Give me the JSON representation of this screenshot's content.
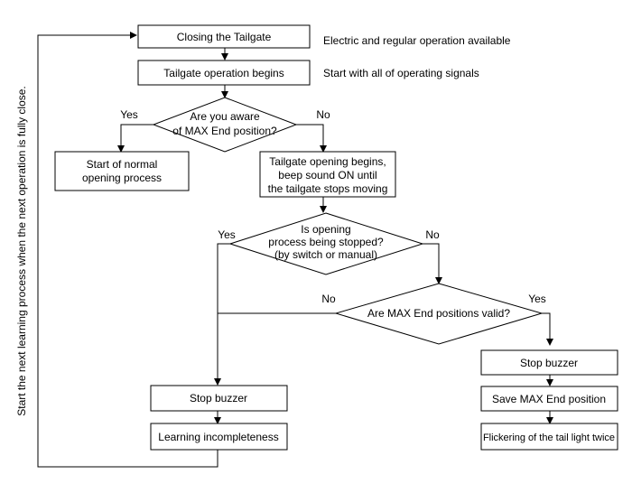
{
  "flowchart": {
    "nodes": {
      "closing": {
        "label": "Closing the Tailgate",
        "note": "Electric and regular operation available"
      },
      "op_begins": {
        "label": "Tailgate operation begins",
        "note": "Start with all of operating signals"
      },
      "aware": {
        "lines": [
          "Are you aware",
          "of MAX End position?"
        ]
      },
      "normal_open": {
        "lines": [
          "Start of normal",
          "opening process"
        ]
      },
      "opening_begins": {
        "lines": [
          "Tailgate opening begins,",
          "beep sound ON until",
          "the tailgate stops moving"
        ]
      },
      "stopped": {
        "lines": [
          "Is opening",
          "process being stopped?",
          "(by switch or manual)"
        ]
      },
      "valid": {
        "label": "Are MAX End positions valid?"
      },
      "stop_buzzer_right": {
        "label": "Stop buzzer"
      },
      "save_max": {
        "label": "Save MAX End position"
      },
      "flicker": {
        "label": "Flickering of the tail light twice"
      },
      "stop_buzzer_left": {
        "label": "Stop buzzer"
      },
      "incomplete": {
        "label": "Learning incompleteness"
      }
    },
    "branch_labels": {
      "aware_yes": "Yes",
      "aware_no": "No",
      "stopped_yes": "Yes",
      "stopped_no": "No",
      "valid_no": "No",
      "valid_yes": "Yes"
    },
    "side_note": "Start the next learning process when the next operation is fully close."
  }
}
